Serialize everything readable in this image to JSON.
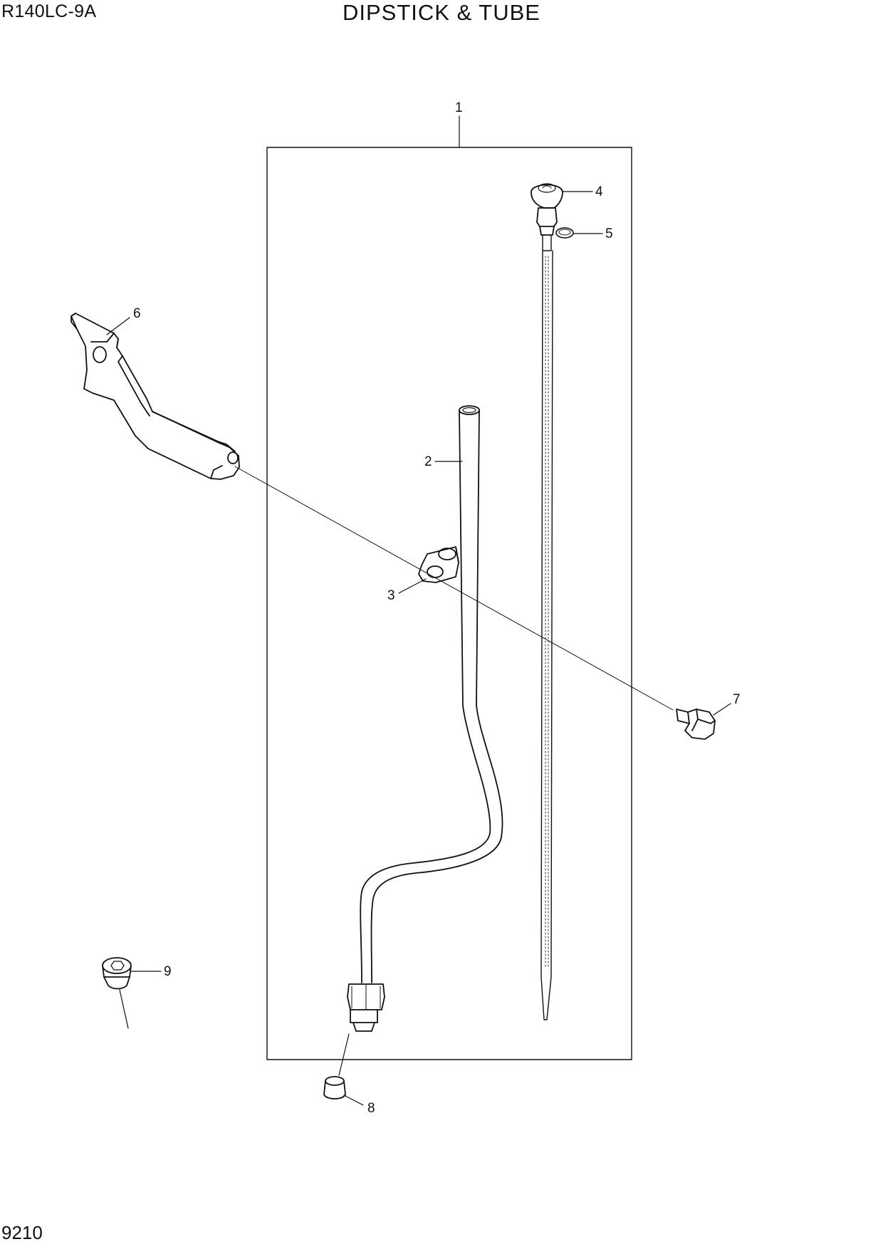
{
  "header": {
    "model": "R140LC-9A",
    "title": "DIPSTICK & TUBE"
  },
  "footer": {
    "page_number": "9210"
  },
  "callouts": [
    "1",
    "2",
    "3",
    "4",
    "5",
    "6",
    "7",
    "8",
    "9"
  ]
}
